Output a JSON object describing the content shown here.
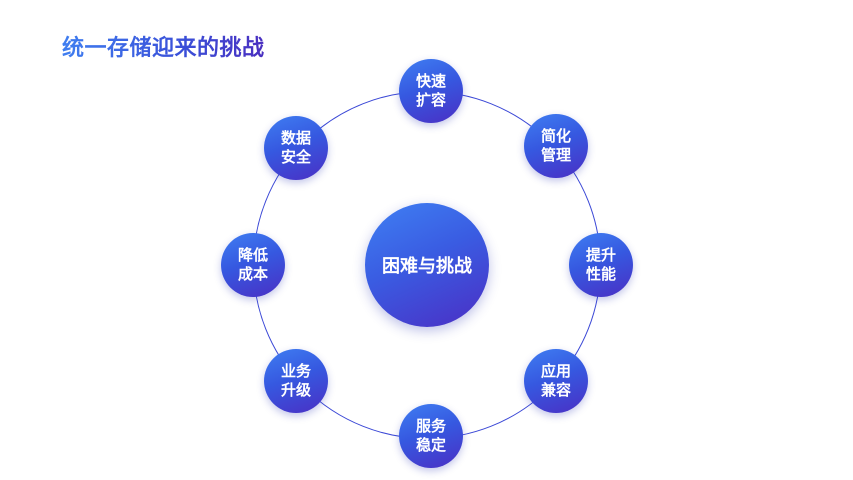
{
  "title": "统一存储迎来的挑战",
  "diagram": {
    "center_label": "困难与挑战",
    "nodes": [
      {
        "line1": "快速",
        "line2": "扩容"
      },
      {
        "line1": "简化",
        "line2": "管理"
      },
      {
        "line1": "提升",
        "line2": "性能"
      },
      {
        "line1": "应用",
        "line2": "兼容"
      },
      {
        "line1": "服务",
        "line2": "稳定"
      },
      {
        "line1": "业务",
        "line2": "升级"
      },
      {
        "line1": "降低",
        "line2": "成本"
      },
      {
        "line1": "数据",
        "line2": "安全"
      }
    ]
  },
  "colors": {
    "circle_start": "#3f7ef2",
    "circle_end": "#4a2fc4",
    "ring": "#3b48d6",
    "text": "#ffffff"
  }
}
